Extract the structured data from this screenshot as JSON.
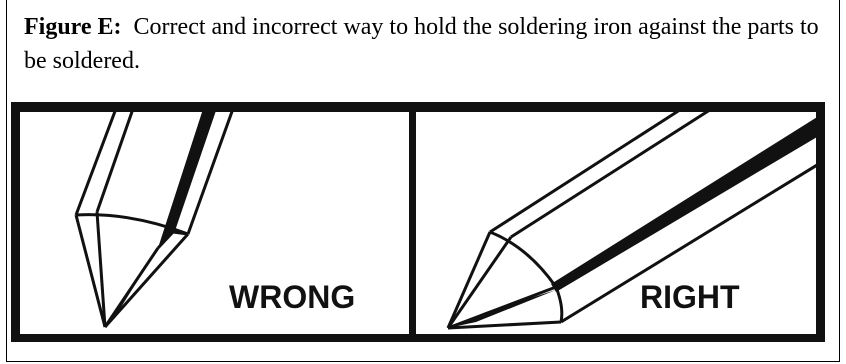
{
  "caption": {
    "label": "Figure E:",
    "text": "Correct and incorrect way to hold the soldering iron against the parts to be soldered."
  },
  "panels": {
    "left_label": "WRONG",
    "right_label": "RIGHT"
  },
  "icons": {
    "left": "soldering-iron-tip-vertical-icon",
    "right": "soldering-iron-tip-angled-icon"
  },
  "colors": {
    "ink": "#111111",
    "paper": "#ffffff"
  }
}
